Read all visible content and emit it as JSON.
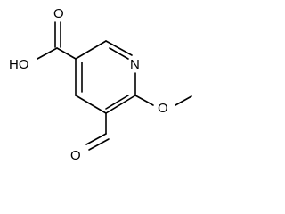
{
  "molecule": {
    "labels": {
      "ring_nitrogen": "N",
      "carboxyl_hydroxyl": "HO",
      "carboxyl_oxygen": "O",
      "methoxy_oxygen": "O",
      "aldehyde_oxygen": "O"
    },
    "colors": {
      "bond": "#000000",
      "text": "#000000",
      "background": "#ffffff"
    }
  }
}
